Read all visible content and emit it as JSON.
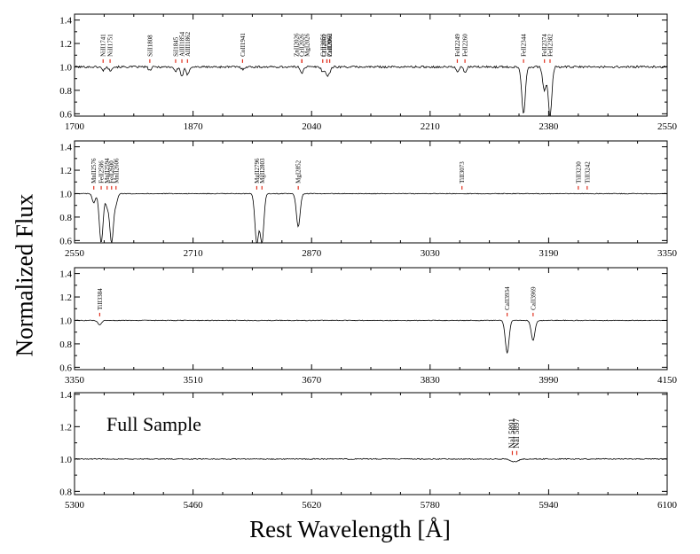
{
  "ylabel": "Normalized Flux",
  "xlabel": "Rest Wavelength [Å]",
  "colors": {
    "axis": "#000000",
    "spectrum": "#000000",
    "line_marker": "#e0301e"
  },
  "chart_data": [
    {
      "type": "line",
      "title": "",
      "xlim": [
        1700,
        2550
      ],
      "ylim": [
        0.58,
        1.45
      ],
      "xticks": [
        1700,
        1870,
        2040,
        2210,
        2380,
        2550
      ],
      "yticks": [
        0.6,
        0.8,
        1.0,
        1.2,
        1.4
      ],
      "ytick_labels": [
        "0.6",
        "0.8",
        "1.0",
        "1.2",
        "1.4"
      ],
      "series": [
        {
          "continuum": 1.0,
          "absorption": [
            {
              "x": 1741,
              "depth": 0.03,
              "width": 2
            },
            {
              "x": 1751,
              "depth": 0.03,
              "width": 2
            },
            {
              "x": 1808,
              "depth": 0.03,
              "width": 2
            },
            {
              "x": 1845,
              "depth": 0.04,
              "width": 2
            },
            {
              "x": 1854,
              "depth": 0.08,
              "width": 2
            },
            {
              "x": 1862,
              "depth": 0.07,
              "width": 2
            },
            {
              "x": 1941,
              "depth": 0.02,
              "width": 2
            },
            {
              "x": 2026,
              "depth": 0.05,
              "width": 2
            },
            {
              "x": 2056,
              "depth": 0.04,
              "width": 2
            },
            {
              "x": 2062,
              "depth": 0.07,
              "width": 2
            },
            {
              "x": 2066,
              "depth": 0.04,
              "width": 2
            },
            {
              "x": 2249,
              "depth": 0.04,
              "width": 2
            },
            {
              "x": 2260,
              "depth": 0.05,
              "width": 2
            },
            {
              "x": 2344,
              "depth": 0.4,
              "width": 2.5
            },
            {
              "x": 2374,
              "depth": 0.2,
              "width": 2.5
            },
            {
              "x": 2382,
              "depth": 0.42,
              "width": 2.5
            }
          ]
        }
      ],
      "lines": [
        {
          "x": 1741,
          "label": "NiII1741"
        },
        {
          "x": 1751,
          "label": "NiII1751"
        },
        {
          "x": 1808,
          "label": "SiII1808"
        },
        {
          "x": 1845,
          "label": "SiI1845"
        },
        {
          "x": 1854,
          "label": "AlIII1854"
        },
        {
          "x": 1862,
          "label": "AlIII1862"
        },
        {
          "x": 1941,
          "label": "CoII1941"
        },
        {
          "x": 2026,
          "label": "ZnII2026"
        },
        {
          "x": 2026,
          "label": "CrII2026"
        },
        {
          "x": 2026,
          "label": "MgI2026"
        },
        {
          "x": 2056,
          "label": "CrII2056"
        },
        {
          "x": 2062,
          "label": "CrII2062"
        },
        {
          "x": 2062,
          "label": "ZnII2062"
        },
        {
          "x": 2066,
          "label": "CrII2066"
        },
        {
          "x": 2249,
          "label": "FeII2249"
        },
        {
          "x": 2260,
          "label": "FeII2260"
        },
        {
          "x": 2344,
          "label": "FeII2344"
        },
        {
          "x": 2374,
          "label": "FeII2374"
        },
        {
          "x": 2382,
          "label": "FeII2382"
        }
      ]
    },
    {
      "type": "line",
      "title": "",
      "xlim": [
        2550,
        3350
      ],
      "ylim": [
        0.58,
        1.45
      ],
      "xticks": [
        2550,
        2710,
        2870,
        3030,
        3190,
        3350
      ],
      "yticks": [
        0.6,
        0.8,
        1.0,
        1.2,
        1.4
      ],
      "ytick_labels": [
        "0.6",
        "0.8",
        "1.0",
        "1.2",
        "1.4"
      ],
      "series": [
        {
          "continuum": 1.0,
          "absorption": [
            {
              "x": 2576,
              "depth": 0.08,
              "width": 2
            },
            {
              "x": 2586,
              "depth": 0.42,
              "width": 2.5
            },
            {
              "x": 2594,
              "depth": 0.1,
              "width": 2
            },
            {
              "x": 2600,
              "depth": 0.42,
              "width": 2.5
            },
            {
              "x": 2606,
              "depth": 0.08,
              "width": 2
            },
            {
              "x": 2796,
              "depth": 0.42,
              "width": 2.5
            },
            {
              "x": 2803,
              "depth": 0.42,
              "width": 2.5
            },
            {
              "x": 2852,
              "depth": 0.28,
              "width": 2.5
            },
            {
              "x": 3073,
              "depth": 0.0,
              "width": 2
            },
            {
              "x": 3230,
              "depth": 0.0,
              "width": 2
            },
            {
              "x": 3242,
              "depth": 0.0,
              "width": 2
            }
          ]
        }
      ],
      "lines": [
        {
          "x": 2576,
          "label": "MnII2576"
        },
        {
          "x": 2586,
          "label": "FeII2586"
        },
        {
          "x": 2594,
          "label": "MnII2594"
        },
        {
          "x": 2600,
          "label": "FeII2600"
        },
        {
          "x": 2606,
          "label": "MnII2606"
        },
        {
          "x": 2796,
          "label": "MgII2796"
        },
        {
          "x": 2803,
          "label": "MgII2803"
        },
        {
          "x": 2852,
          "label": "MgI2852"
        },
        {
          "x": 3073,
          "label": "TiII3073"
        },
        {
          "x": 3230,
          "label": "TiII3230"
        },
        {
          "x": 3242,
          "label": "TiII3242"
        }
      ]
    },
    {
      "type": "line",
      "title": "",
      "xlim": [
        3350,
        4150
      ],
      "ylim": [
        0.58,
        1.45
      ],
      "xticks": [
        3350,
        3510,
        3670,
        3830,
        3990,
        4150
      ],
      "yticks": [
        0.6,
        0.8,
        1.0,
        1.2,
        1.4
      ],
      "ytick_labels": [
        "0.6",
        "0.8",
        "1.0",
        "1.2",
        "1.4"
      ],
      "series": [
        {
          "continuum": 1.0,
          "absorption": [
            {
              "x": 3384,
              "depth": 0.04,
              "width": 2.5
            },
            {
              "x": 3934,
              "depth": 0.28,
              "width": 2.5
            },
            {
              "x": 3969,
              "depth": 0.17,
              "width": 2.5
            }
          ]
        }
      ],
      "lines": [
        {
          "x": 3384,
          "label": "TiII3384"
        },
        {
          "x": 3934,
          "label": "CaII3934"
        },
        {
          "x": 3969,
          "label": "CaII3969"
        }
      ]
    },
    {
      "type": "line",
      "title": "",
      "annotation": "Full Sample",
      "xlim": [
        5300,
        6100
      ],
      "ylim": [
        0.78,
        1.41
      ],
      "xticks": [
        5300,
        5460,
        5620,
        5780,
        5940,
        6100
      ],
      "yticks": [
        0.8,
        1.0,
        1.2,
        1.4
      ],
      "ytick_labels": [
        "0.8",
        "1.0",
        "1.2",
        "1.4"
      ],
      "series": [
        {
          "continuum": 1.0,
          "absorption": [
            {
              "x": 5891,
              "depth": 0.015,
              "width": 3
            },
            {
              "x": 5897,
              "depth": 0.012,
              "width": 3
            }
          ]
        }
      ],
      "lines": [
        {
          "x": 5891,
          "label": "NaI 5891"
        },
        {
          "x": 5897,
          "label": "NaI 5897"
        }
      ]
    }
  ]
}
